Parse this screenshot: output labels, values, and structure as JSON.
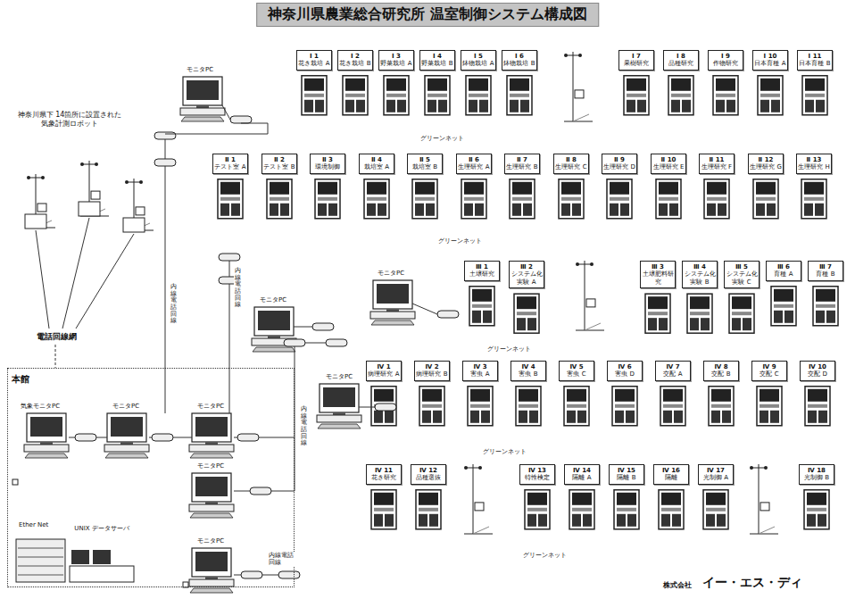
{
  "diagram": {
    "title": "神奈川県農業総合研究所 温室制御システム構成図",
    "nodes": [
      {
        "text": [
          "Ⅰ 1",
          "花き栽培 A"
        ]
      },
      {
        "text": [
          "Ⅰ 2",
          "花き栽培 B"
        ]
      },
      {
        "text": [
          "Ⅰ 3",
          "野菜栽培 A"
        ]
      },
      {
        "text": [
          "Ⅰ 4",
          "野菜栽培 B"
        ]
      },
      {
        "text": [
          "Ⅰ 5",
          "鉢物栽培 A"
        ]
      },
      {
        "text": [
          "Ⅰ 6",
          "鉢物栽培 B"
        ]
      },
      {
        "text": [
          "Ⅰ 7",
          "果樹研究"
        ]
      },
      {
        "text": [
          "Ⅰ 8",
          "品種研究"
        ]
      },
      {
        "text": [
          "Ⅰ 9",
          "作物研究"
        ]
      },
      {
        "text": [
          "Ⅰ 10",
          "日本育種 A"
        ]
      },
      {
        "text": [
          "Ⅰ 11",
          "日本育種 B"
        ]
      },
      {
        "text": [
          "Ⅱ 1",
          "テスト室 A"
        ]
      },
      {
        "text": [
          "Ⅱ 2",
          "テスト室 B"
        ]
      },
      {
        "text": [
          "Ⅱ 3",
          "環境制御"
        ]
      },
      {
        "text": [
          "Ⅱ 4",
          "栽培室 A"
        ]
      },
      {
        "text": [
          "Ⅱ 5",
          "栽培室 B"
        ]
      },
      {
        "text": [
          "Ⅱ 6",
          "生理研究 A"
        ]
      },
      {
        "text": [
          "Ⅱ 7",
          "生理研究 B"
        ]
      },
      {
        "text": [
          "Ⅱ 8",
          "生理研究 C"
        ]
      },
      {
        "text": [
          "Ⅱ 9",
          "生理研究 D"
        ]
      },
      {
        "text": [
          "Ⅱ 10",
          "生理研究 E"
        ]
      },
      {
        "text": [
          "Ⅱ 11",
          "生理研究 F"
        ]
      },
      {
        "text": [
          "Ⅱ 12",
          "生理研究 G"
        ]
      },
      {
        "text": [
          "Ⅱ 13",
          "生理研究 H"
        ]
      },
      {
        "text": [
          "Ⅲ 1",
          "土壌研究"
        ]
      },
      {
        "text": [
          "Ⅲ 2",
          "システム化実験 A"
        ]
      },
      {
        "text": [
          "Ⅲ 3",
          "土壌肥料研究"
        ]
      },
      {
        "text": [
          "Ⅲ 4",
          "システム化実験 B"
        ]
      },
      {
        "text": [
          "Ⅲ 5",
          "システム化実験 C"
        ]
      },
      {
        "text": [
          "Ⅲ 6",
          "育種 A"
        ]
      },
      {
        "text": [
          "Ⅲ 7",
          "育種 B"
        ]
      },
      {
        "text": [
          "Ⅳ 1",
          "病理研究 A"
        ]
      },
      {
        "text": [
          "Ⅳ 2",
          "病理研究 B"
        ]
      },
      {
        "text": [
          "Ⅳ 3",
          "害虫 A"
        ]
      },
      {
        "text": [
          "Ⅳ 4",
          "害虫 B"
        ]
      },
      {
        "text": [
          "Ⅳ 5",
          "害虫 C"
        ]
      },
      {
        "text": [
          "Ⅳ 6",
          "害虫 D"
        ]
      },
      {
        "text": [
          "Ⅳ 7",
          "交配 A"
        ]
      },
      {
        "text": [
          "Ⅳ 8",
          "交配 B"
        ]
      },
      {
        "text": [
          "Ⅳ 9",
          "交配 C"
        ]
      },
      {
        "text": [
          "Ⅳ 10",
          "交配 D"
        ]
      },
      {
        "text": [
          "Ⅳ 11",
          "花き研究"
        ]
      },
      {
        "text": [
          "Ⅳ 12",
          "品種選抜"
        ]
      },
      {
        "text": [
          "Ⅳ 13",
          "特性検定"
        ]
      },
      {
        "text": [
          "Ⅳ 14",
          "隔離 A"
        ]
      },
      {
        "text": [
          "Ⅳ 15",
          "隔離 B"
        ]
      },
      {
        "text": [
          "Ⅳ 16",
          "隔離"
        ]
      },
      {
        "text": [
          "Ⅳ 17",
          "光制御 A"
        ]
      },
      {
        "text": [
          "Ⅳ 18",
          "光制御 B"
        ]
      },
      {
        "text": [
          "本館"
        ]
      }
    ],
    "labels": [
      "モニタPC",
      "神奈川県下 14箇所に設置された 気象計測ロボット",
      "グリーンネット",
      "グリーンネット",
      "電話回線網",
      "内線電話回線",
      "モニタPC",
      "内線電話回線",
      "モニタPC",
      "グリーンネット",
      "モニタPC",
      "内線電話回線",
      "気象モニタPC",
      "モニタPC",
      "モニタPC",
      "グリーンネット",
      "モニタPC",
      "Ether Net",
      "UNIX データサーバ",
      "グリーンネット",
      "モニタPC",
      "内線電話回線",
      "株式会社",
      "イー・エス・ディ"
    ]
  }
}
